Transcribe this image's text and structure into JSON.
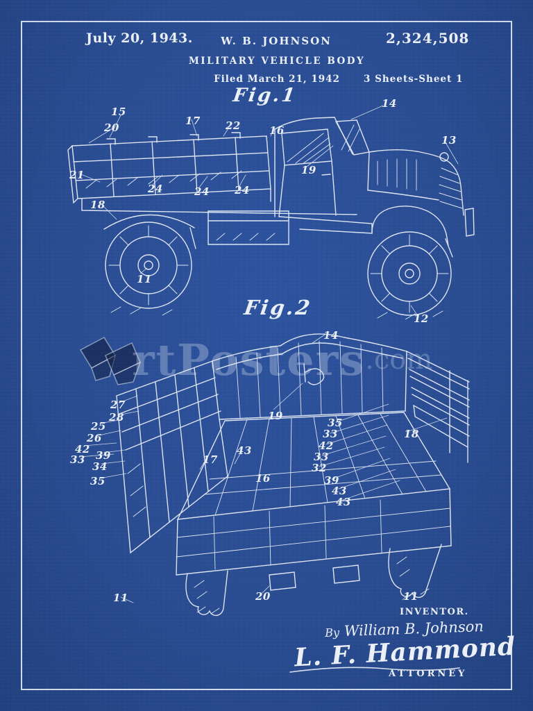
{
  "poster": {
    "background_color": "#2a4c92",
    "line_color": "#edf2f9"
  },
  "header": {
    "date": "July 20, 1943.",
    "inventor": "W. B. JOHNSON",
    "patent_number": "2,324,508",
    "title": "MILITARY VEHICLE BODY",
    "filed": "Filed March 21, 1942",
    "sheet": "3 Sheets-Sheet 1"
  },
  "figures": {
    "fig1": {
      "label": "Fig.1",
      "callouts": [
        "15",
        "20",
        "17",
        "22",
        "16",
        "14",
        "13",
        "21",
        "18",
        "19",
        "24",
        "24",
        "24",
        "11",
        "12"
      ]
    },
    "fig2": {
      "label": "Fig.2",
      "callouts": [
        "14",
        "27",
        "28",
        "25",
        "26",
        "42",
        "33",
        "39",
        "34",
        "35",
        "19",
        "43",
        "17",
        "16",
        "35",
        "33",
        "42",
        "33",
        "32",
        "39",
        "43",
        "43",
        "18",
        "20",
        "11",
        "11"
      ]
    }
  },
  "watermark": {
    "text": "rtPosters",
    "suffix": ".com"
  },
  "footer": {
    "inventor_caption": "INVENTOR.",
    "by_label": "By",
    "inventor_signature": "William B. Johnson",
    "attorney_signature": "L. F. Hammond",
    "attorney_caption": "ATTORNEY"
  }
}
